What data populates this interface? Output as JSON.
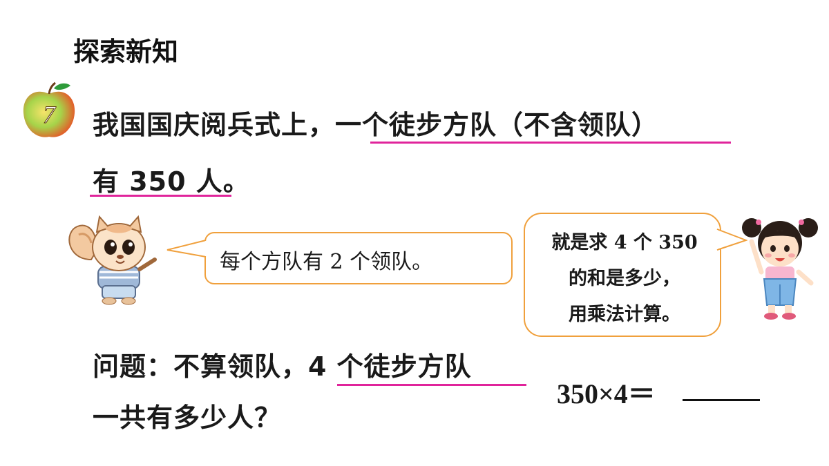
{
  "section_title": "探索新知",
  "problem_number": "7",
  "problem": {
    "line1_prefix": "我国国庆阅兵式上，",
    "line1_highlight": "一个徒步方队（不含领队）",
    "line2_highlight": "有 350 人",
    "line2_suffix": "。"
  },
  "squirrel_bubble": "每个方队有 2 个领队。",
  "girl_bubble": {
    "line1": "就是求 4 个 350",
    "line2": "的和是多少，",
    "line3": "用乘法计算。"
  },
  "question": {
    "line1_prefix": "问题：不算领队，",
    "line1_highlight": "4 个徒步方队",
    "line2": "一共有多少人？"
  },
  "equation": "350×4＝",
  "colors": {
    "underline": "#e0249b",
    "bubble_border": "#f0a03c",
    "apple": "#8cc63f"
  }
}
